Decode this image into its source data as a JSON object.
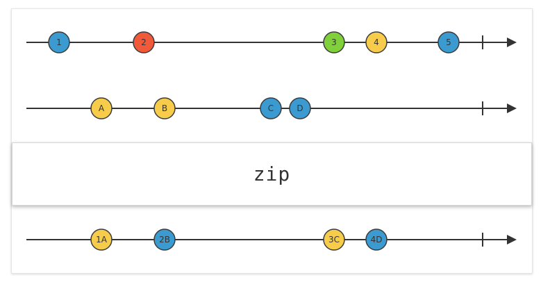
{
  "diagram": {
    "operator": "zip",
    "colors": {
      "line": "#333333",
      "marble_stroke": "#3a3a3a",
      "blue": "#3b9bd0",
      "red": "#f05a3a",
      "green": "#7fd03a",
      "yellow": "#f7cc4a"
    },
    "streams": [
      {
        "id": "input-numbers",
        "marbles": [
          {
            "label": "1",
            "color": "blue",
            "t": 85
          },
          {
            "label": "2",
            "color": "red",
            "t": 207
          },
          {
            "label": "3",
            "color": "green",
            "t": 481
          },
          {
            "label": "4",
            "color": "yellow",
            "t": 542
          },
          {
            "label": "5",
            "color": "blue",
            "t": 646
          }
        ],
        "completes": true
      },
      {
        "id": "input-letters",
        "marbles": [
          {
            "label": "A",
            "color": "yellow",
            "t": 146
          },
          {
            "label": "B",
            "color": "yellow",
            "t": 237
          },
          {
            "label": "C",
            "color": "blue",
            "t": 390
          },
          {
            "label": "D",
            "color": "blue",
            "t": 432
          }
        ],
        "completes": true
      },
      {
        "id": "output-zipped",
        "marbles": [
          {
            "label": "1A",
            "color": "yellow",
            "t": 146
          },
          {
            "label": "2B",
            "color": "blue",
            "t": 237
          },
          {
            "label": "3C",
            "color": "yellow",
            "t": 481
          },
          {
            "label": "4D",
            "color": "blue",
            "t": 542
          }
        ],
        "completes": true
      }
    ]
  }
}
